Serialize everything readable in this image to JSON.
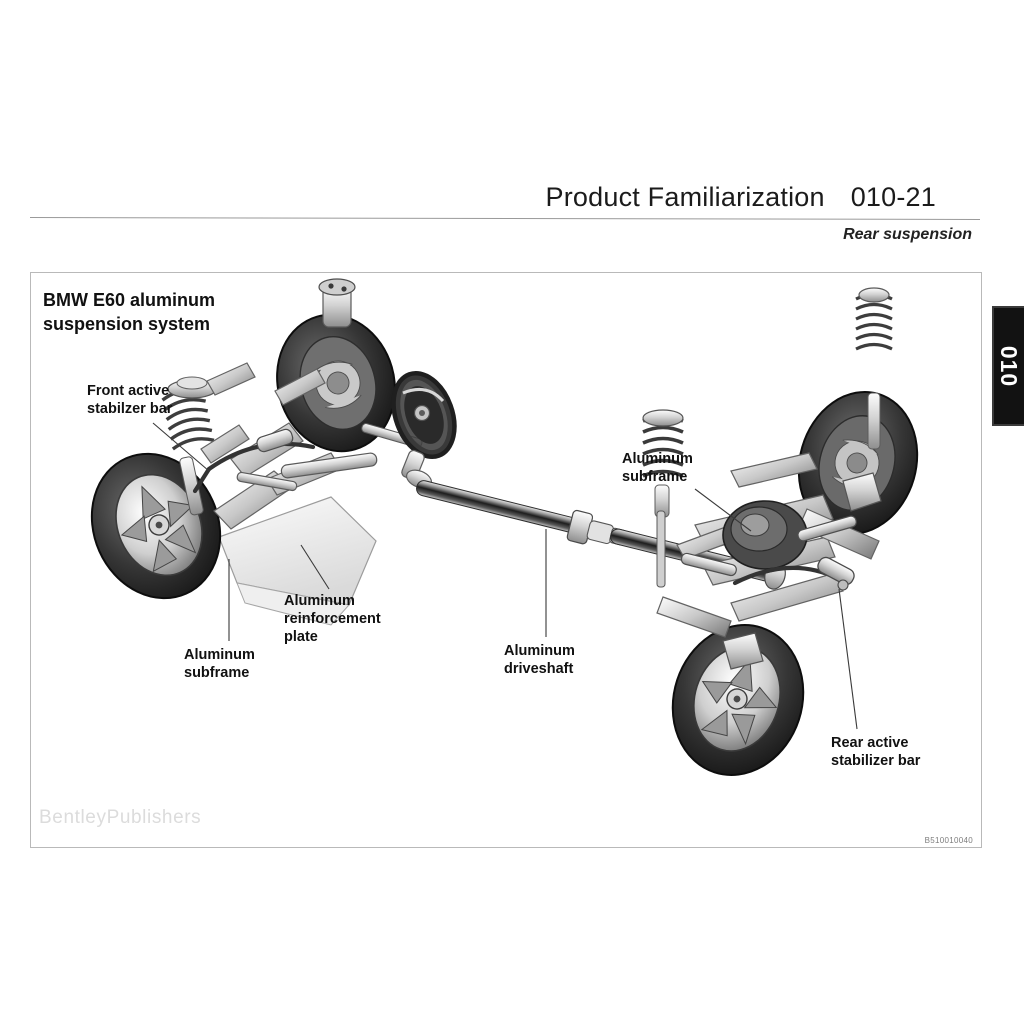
{
  "header": {
    "chapter_title": "Product Familiarization",
    "page_number": "010-21",
    "section_subtitle": "Rear suspension"
  },
  "thumb_tab": {
    "label": "010"
  },
  "figure": {
    "title": "BMW E60 aluminum\nsuspension system",
    "watermark": "BentleyPublishers",
    "figure_id": "B510010040",
    "callouts": [
      {
        "id": "front-active-stabilizer-bar",
        "text": "Front active\nstabilzer bar"
      },
      {
        "id": "aluminum-reinforcement-plate",
        "text": "Aluminum\nreinforcement\nplate"
      },
      {
        "id": "aluminum-subframe-front",
        "text": "Aluminum\nsubframe"
      },
      {
        "id": "aluminum-driveshaft",
        "text": "Aluminum\ndriveshaft"
      },
      {
        "id": "aluminum-subframe-rear",
        "text": "Aluminum\nsubframe"
      },
      {
        "id": "rear-active-stabilizer-bar",
        "text": "Rear active\nstabilizer bar"
      }
    ]
  },
  "colors": {
    "ink": "#111111",
    "rule": "#9a9a9a",
    "figure_border": "#b9b9b9",
    "tab_background": "#121212",
    "tab_text": "#ffffff",
    "watermark": "#dcdcdc"
  }
}
